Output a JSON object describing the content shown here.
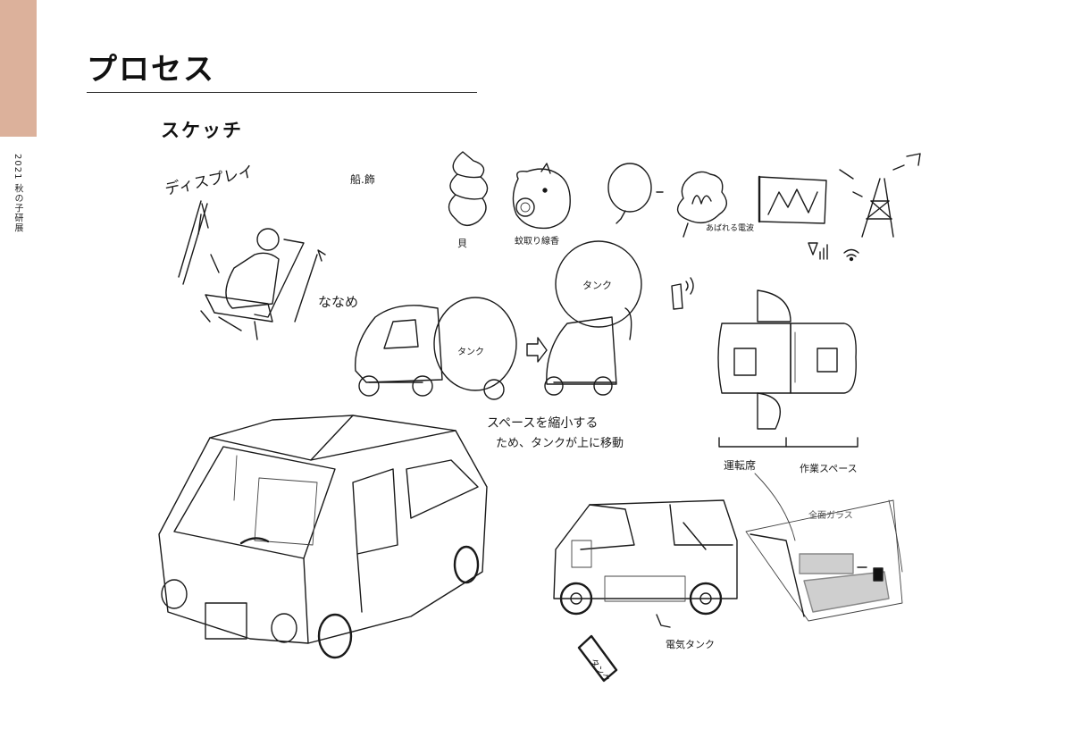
{
  "sidebar": {
    "label": "2021 秋の子研展"
  },
  "header": {
    "title": "プロセス"
  },
  "section": {
    "title": "スケッチ"
  },
  "annotations": {
    "display": "ディスプレイ",
    "diagonal": "ななめ",
    "ship_decoration": "船.飾",
    "shell": "貝",
    "piggy_bank": "蚊取り線香",
    "radio_wave": "あばれる電波",
    "tank_top": "タンク",
    "tank_mid": "タンク",
    "space_note_1": "スペースを縮小する",
    "space_note_2": "ため、タンクが上に移動",
    "driver_seat": "運転席",
    "work_space": "作業スペース",
    "glass": "全面ガラス",
    "electric_tank": "電気タンク",
    "small_tank": "タンク"
  }
}
